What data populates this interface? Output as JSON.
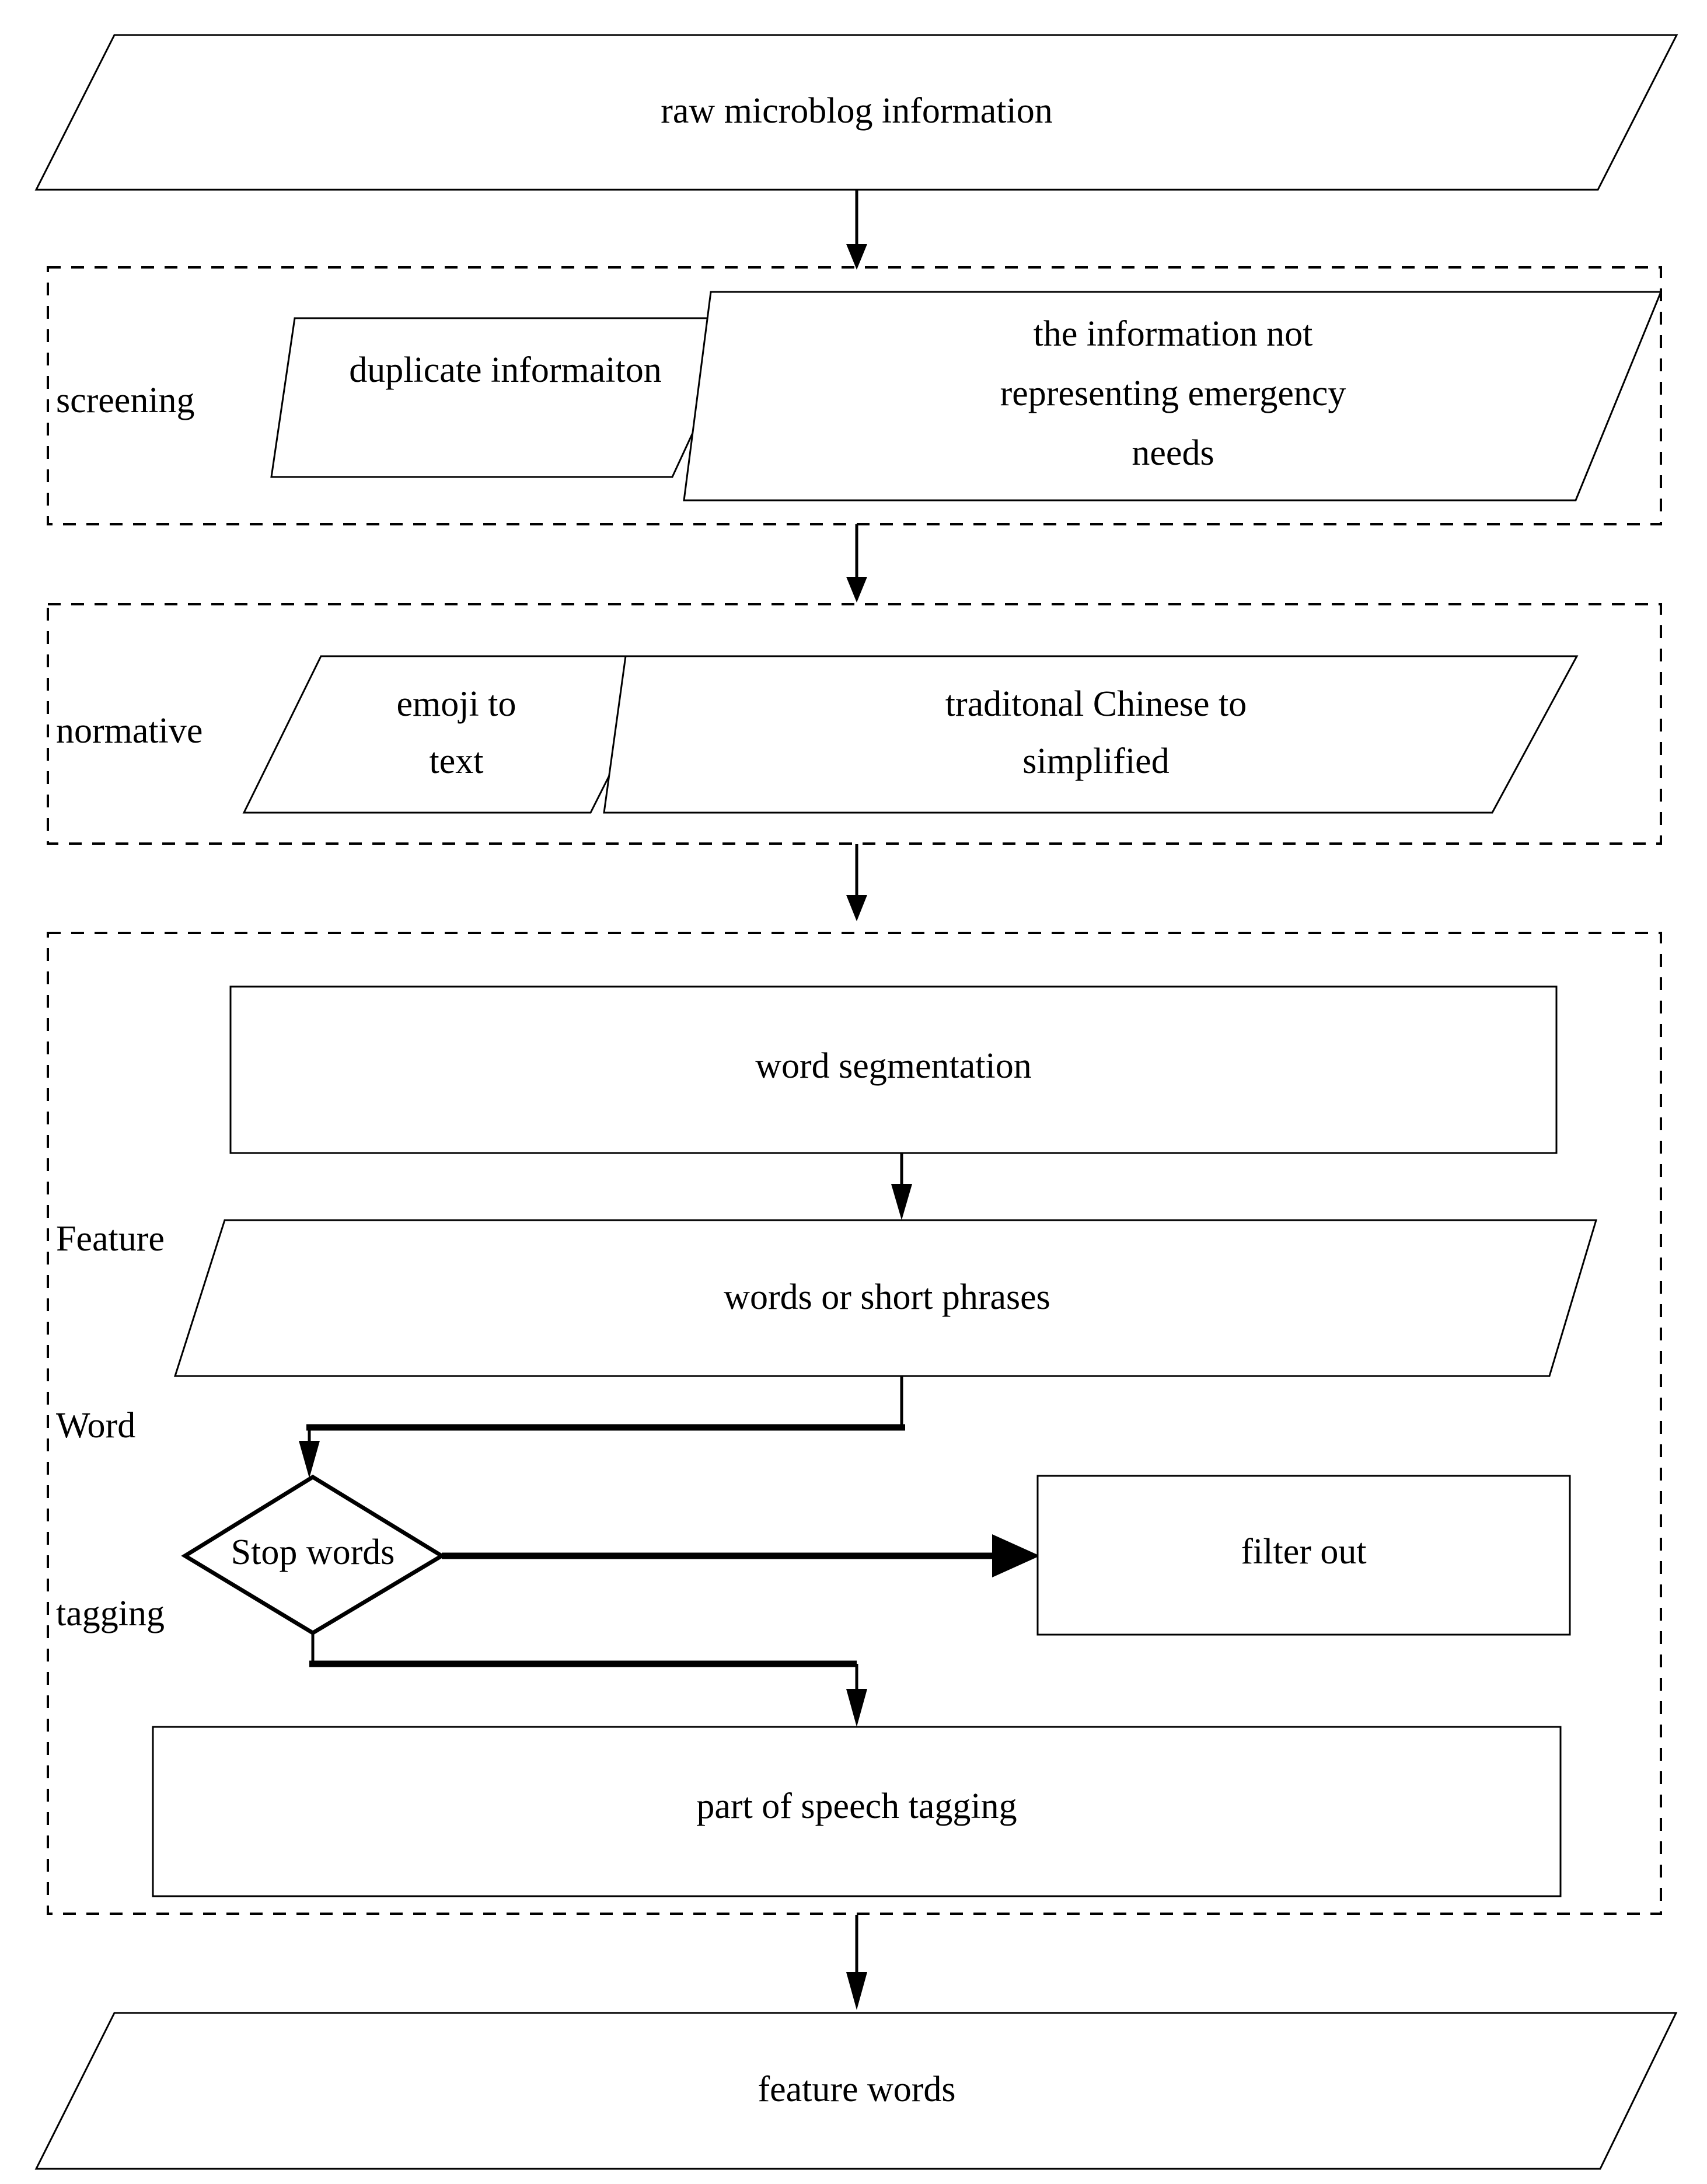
{
  "diagram": {
    "type": "flowchart",
    "orientation": "top-to-bottom",
    "title_text_present": false,
    "nodes": {
      "raw_input": {
        "label": "raw microblog information",
        "shape": "parallelogram"
      },
      "duplicate_information": {
        "label": "duplicate informaiton",
        "shape": "parallelogram"
      },
      "not_emergency": {
        "label": "the information not representing emergency needs",
        "line1": "the information not",
        "line2": "representing emergency",
        "line3": "needs",
        "shape": "parallelogram"
      },
      "emoji_to_text": {
        "label": "emoji to text",
        "line1": "emoji to",
        "line2": "text",
        "shape": "parallelogram"
      },
      "traditional_to_simplified": {
        "label": "traditonal Chinese to simplified",
        "line1": "traditonal Chinese to",
        "line2": "simplified",
        "shape": "parallelogram"
      },
      "word_segmentation": {
        "label": "word segmentation",
        "shape": "rectangle"
      },
      "words_or_short_phrases": {
        "label": "words or short phrases",
        "shape": "parallelogram"
      },
      "stop_words": {
        "label": "Stop words",
        "shape": "diamond"
      },
      "filter_out": {
        "label": "filter out",
        "shape": "rectangle"
      },
      "part_of_speech_tagging": {
        "label": "part of speech tagging",
        "shape": "rectangle"
      },
      "feature_words": {
        "label": "feature words",
        "shape": "parallelogram"
      }
    },
    "groups": {
      "screening": {
        "label": "screening",
        "style": "dashed"
      },
      "normative": {
        "label": "normative",
        "style": "dashed"
      },
      "feature_word_tagging": {
        "label_line1": "Feature",
        "label_line2": "Word",
        "label_line3": "tagging",
        "style": "dashed"
      }
    },
    "edges": [
      {
        "from": "raw_input",
        "to": "screening",
        "style": "arrow-down"
      },
      {
        "from": "screening",
        "to": "normative",
        "style": "arrow-down"
      },
      {
        "from": "normative",
        "to": "feature_word_tagging",
        "style": "arrow-down"
      },
      {
        "from": "word_segmentation",
        "to": "words_or_short_phrases",
        "style": "arrow-down"
      },
      {
        "from": "words_or_short_phrases",
        "to": "stop_words",
        "style": "elbow-left-down"
      },
      {
        "from": "stop_words",
        "to": "filter_out",
        "style": "arrow-right"
      },
      {
        "from": "stop_words",
        "to": "part_of_speech_tagging",
        "style": "elbow-right-down"
      },
      {
        "from": "part_of_speech_tagging",
        "to": "feature_words",
        "style": "arrow-down"
      }
    ],
    "colors": {
      "stroke": "#000000",
      "fill": "#ffffff",
      "text": "#000000"
    }
  }
}
